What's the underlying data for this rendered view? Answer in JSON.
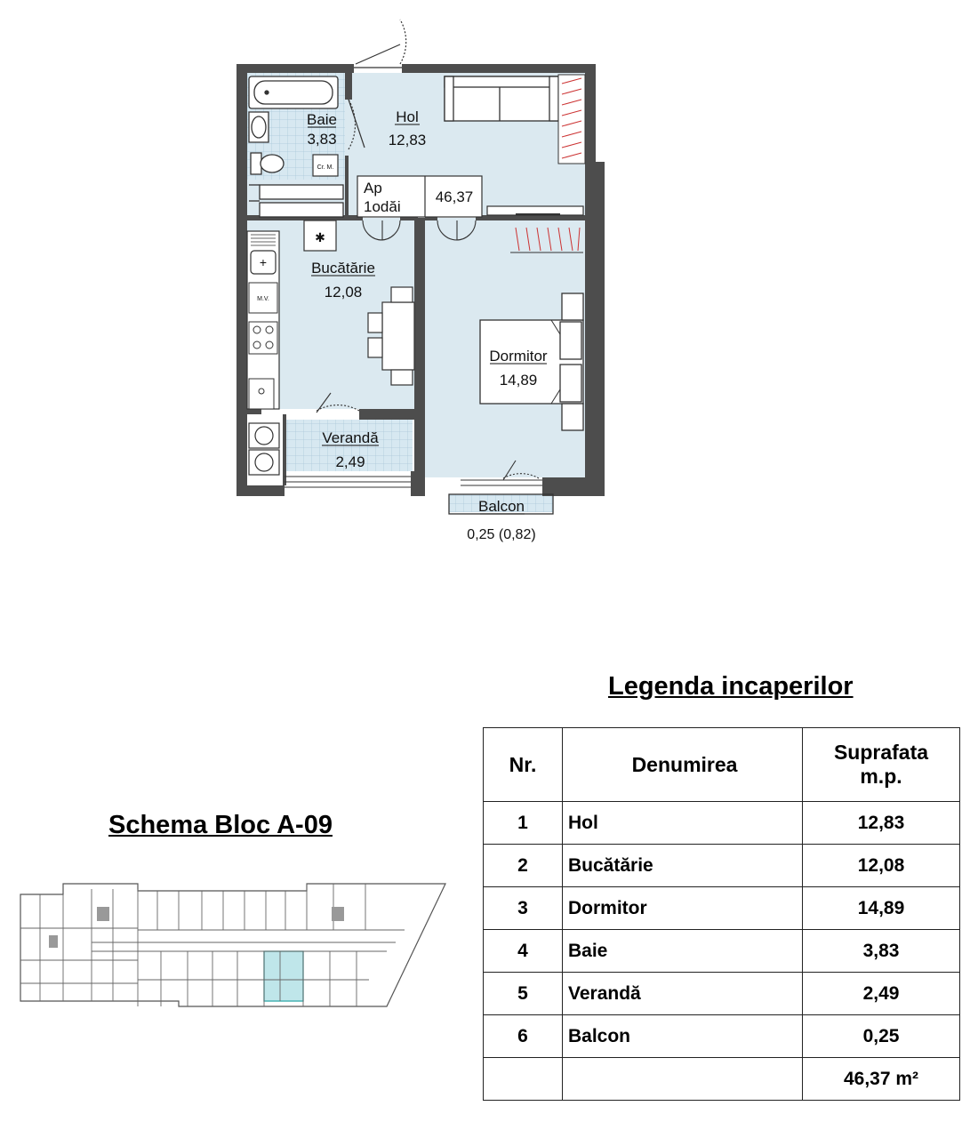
{
  "floor_plan": {
    "rooms": [
      {
        "key": "hol",
        "name": "Hol",
        "area": "12,83"
      },
      {
        "key": "baie",
        "name": "Baie",
        "area": "3,83"
      },
      {
        "key": "bucatarie",
        "name": "Bucătărie",
        "area": "12,08"
      },
      {
        "key": "dormitor",
        "name": "Dormitor",
        "area": "14,89"
      },
      {
        "key": "veranda",
        "name": "Verandă",
        "area": "2,49"
      },
      {
        "key": "balcon",
        "name": "Balcon",
        "area": "0,25 (0,82)"
      }
    ],
    "apartment_tag": {
      "line1": "Ap",
      "line2": "1odăi",
      "area": "46,37"
    },
    "fixture_labels": {
      "washer_closet": "Cr. M.",
      "microwave": "M.V.",
      "vent": "✱"
    }
  },
  "legend": {
    "title": "Legenda incaperilor",
    "headers": {
      "nr": "Nr.",
      "name": "Denumirea",
      "area_line1": "Suprafata",
      "area_line2": "m.p."
    },
    "rows": [
      {
        "nr": "1",
        "name": "Hol",
        "area": "12,83"
      },
      {
        "nr": "2",
        "name": "Bucătărie",
        "area": "12,08"
      },
      {
        "nr": "3",
        "name": "Dormitor",
        "area": "14,89"
      },
      {
        "nr": "4",
        "name": "Baie",
        "area": "3,83"
      },
      {
        "nr": "5",
        "name": "Verandă",
        "area": "2,49"
      },
      {
        "nr": "6",
        "name": "Balcon",
        "area": "0,25"
      }
    ],
    "total": "46,37 m²"
  },
  "schema": {
    "title": "Schema Bloc A-09",
    "highlight_color": "#bfe6ea"
  },
  "colors": {
    "room_fill": "#dbe9f0",
    "wall": "#4d4d4d",
    "tile": "#cde1ec"
  }
}
